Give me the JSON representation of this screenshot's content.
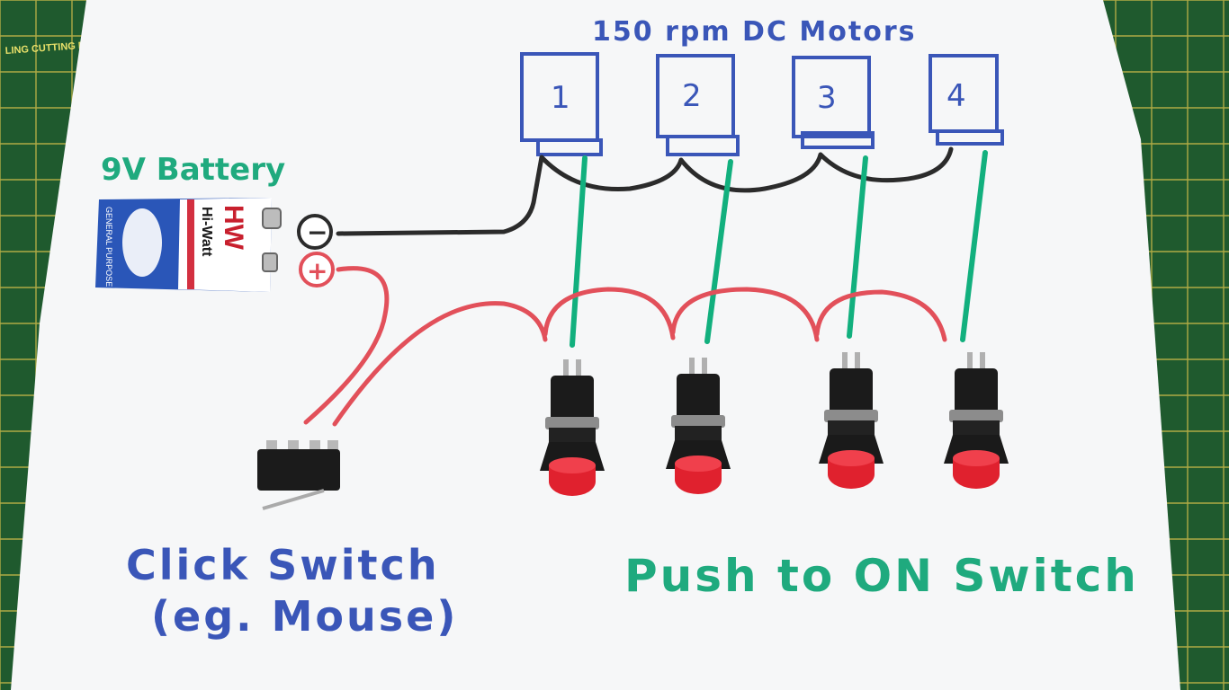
{
  "title": "150 rpm DC Motors",
  "battery": {
    "label": "9V Battery",
    "brand": "HW",
    "model": "Hi-Watt",
    "side_text": "GENERAL PURPOSE",
    "negative_symbol": "−",
    "positive_symbol": "+"
  },
  "motors": [
    {
      "label": "1"
    },
    {
      "label": "2"
    },
    {
      "label": "3"
    },
    {
      "label": "4"
    }
  ],
  "click_switch": {
    "line1": "Click Switch",
    "line2": "(eg. Mouse)"
  },
  "push_switch_label": "Push to ON Switch",
  "mat_text": "LING CUTTING MA",
  "colors": {
    "paper": "#f6f7f8",
    "ink_blue": "#3a56b8",
    "ink_green": "#1faa7e",
    "ink_green_wire": "#12b07e",
    "ink_black": "#2b2b2b",
    "ink_red": "#e2505a",
    "mat_green": "#1f5a2e",
    "mat_grid": "#d6c44a"
  }
}
